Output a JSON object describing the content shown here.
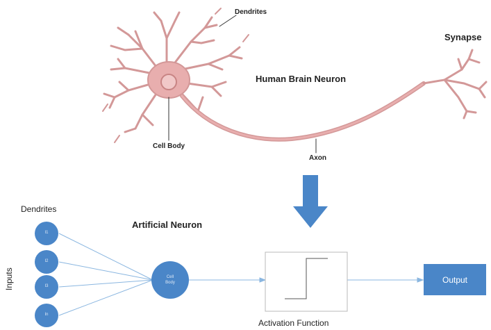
{
  "colors": {
    "neuron_body": "#e8aeae",
    "neuron_dark": "#c88484",
    "neuron_nucleus": "#f1c8c8",
    "accent_blue": "#4a86c8",
    "line_blue": "#8ab6e0",
    "box_border": "#b8b8b8"
  },
  "bio": {
    "dendrites_label": "Dendrites",
    "synapse_label": "Synapse",
    "title": "Human Brain Neuron",
    "cell_body_label": "Cell Body",
    "axon_label": "Axon"
  },
  "artificial": {
    "title": "Artificial Neuron",
    "dendrites_label": "Dendrites",
    "inputs_label": "Inputs",
    "input_nodes": [
      "I1",
      "I2",
      "I3",
      "In"
    ],
    "cell_body_label_line1": "Cell",
    "cell_body_label_line2": "Body",
    "activation_label": "Activation Function",
    "output_label": "Output"
  }
}
